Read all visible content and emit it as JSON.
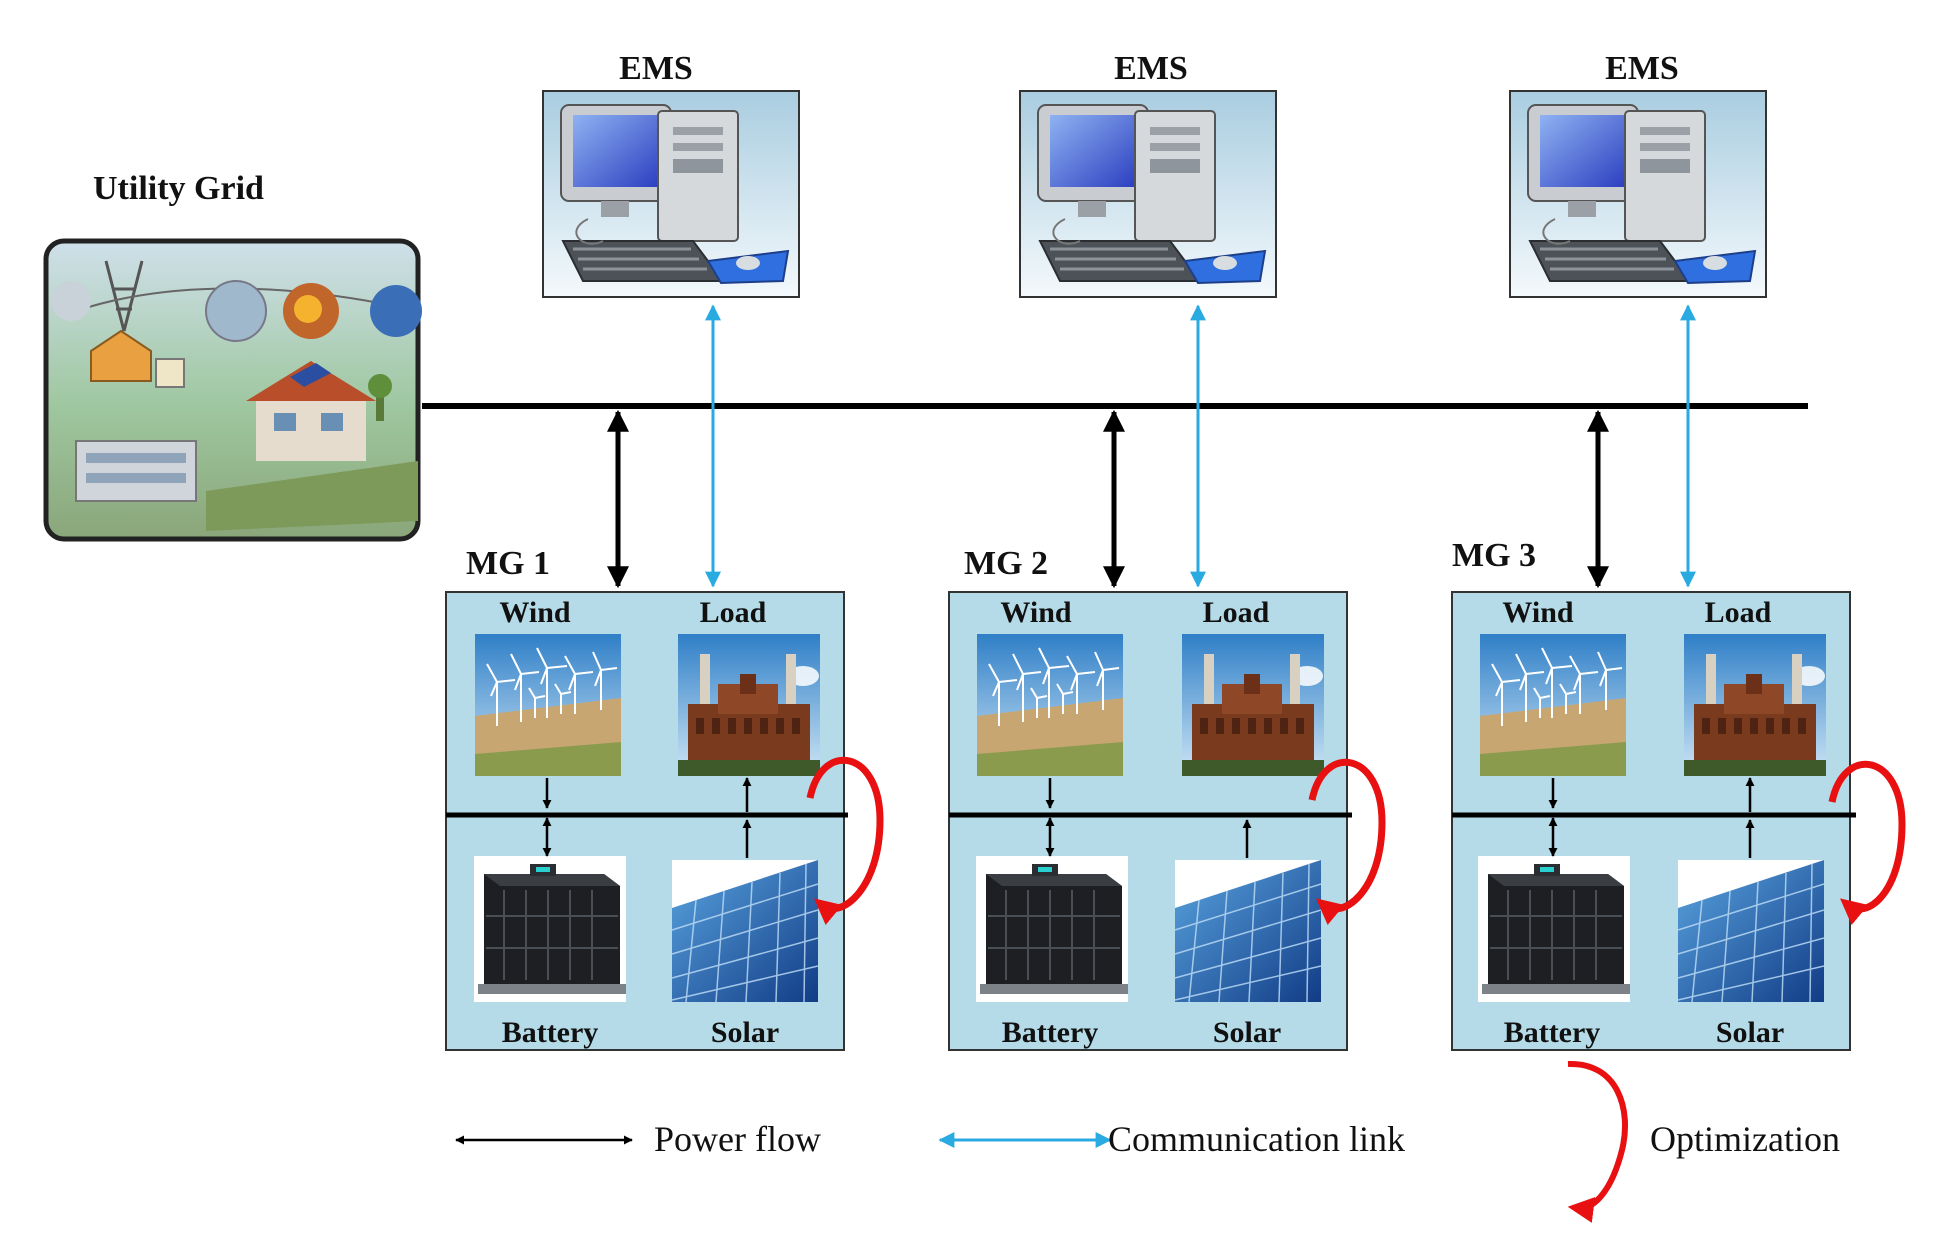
{
  "utility_grid": {
    "title": "Utility Grid"
  },
  "ems": [
    {
      "title": "EMS"
    },
    {
      "title": "EMS"
    },
    {
      "title": "EMS"
    }
  ],
  "microgrids": [
    {
      "title": "MG 1",
      "wind": "Wind",
      "load": "Load",
      "battery": "Battery",
      "solar": "Solar"
    },
    {
      "title": "MG 2",
      "wind": "Wind",
      "load": "Load",
      "battery": "Battery",
      "solar": "Solar"
    },
    {
      "title": "MG 3",
      "wind": "Wind",
      "load": "Load",
      "battery": "Battery",
      "solar": "Solar"
    }
  ],
  "legend": {
    "power_flow": "Power flow",
    "communication_link": "Communication link",
    "optimization": "Optimization"
  },
  "colors": {
    "power_flow": "#000000",
    "communication_link": "#29aae1",
    "optimization": "#e81010",
    "microgrid_fill": "#b4dbe7"
  },
  "icons": {
    "ems": "computer-icon",
    "wind": "wind-turbine-icon",
    "load": "factory-icon",
    "battery": "battery-icon",
    "solar": "solar-panel-icon",
    "utility_grid": "utility-grid-icon"
  }
}
